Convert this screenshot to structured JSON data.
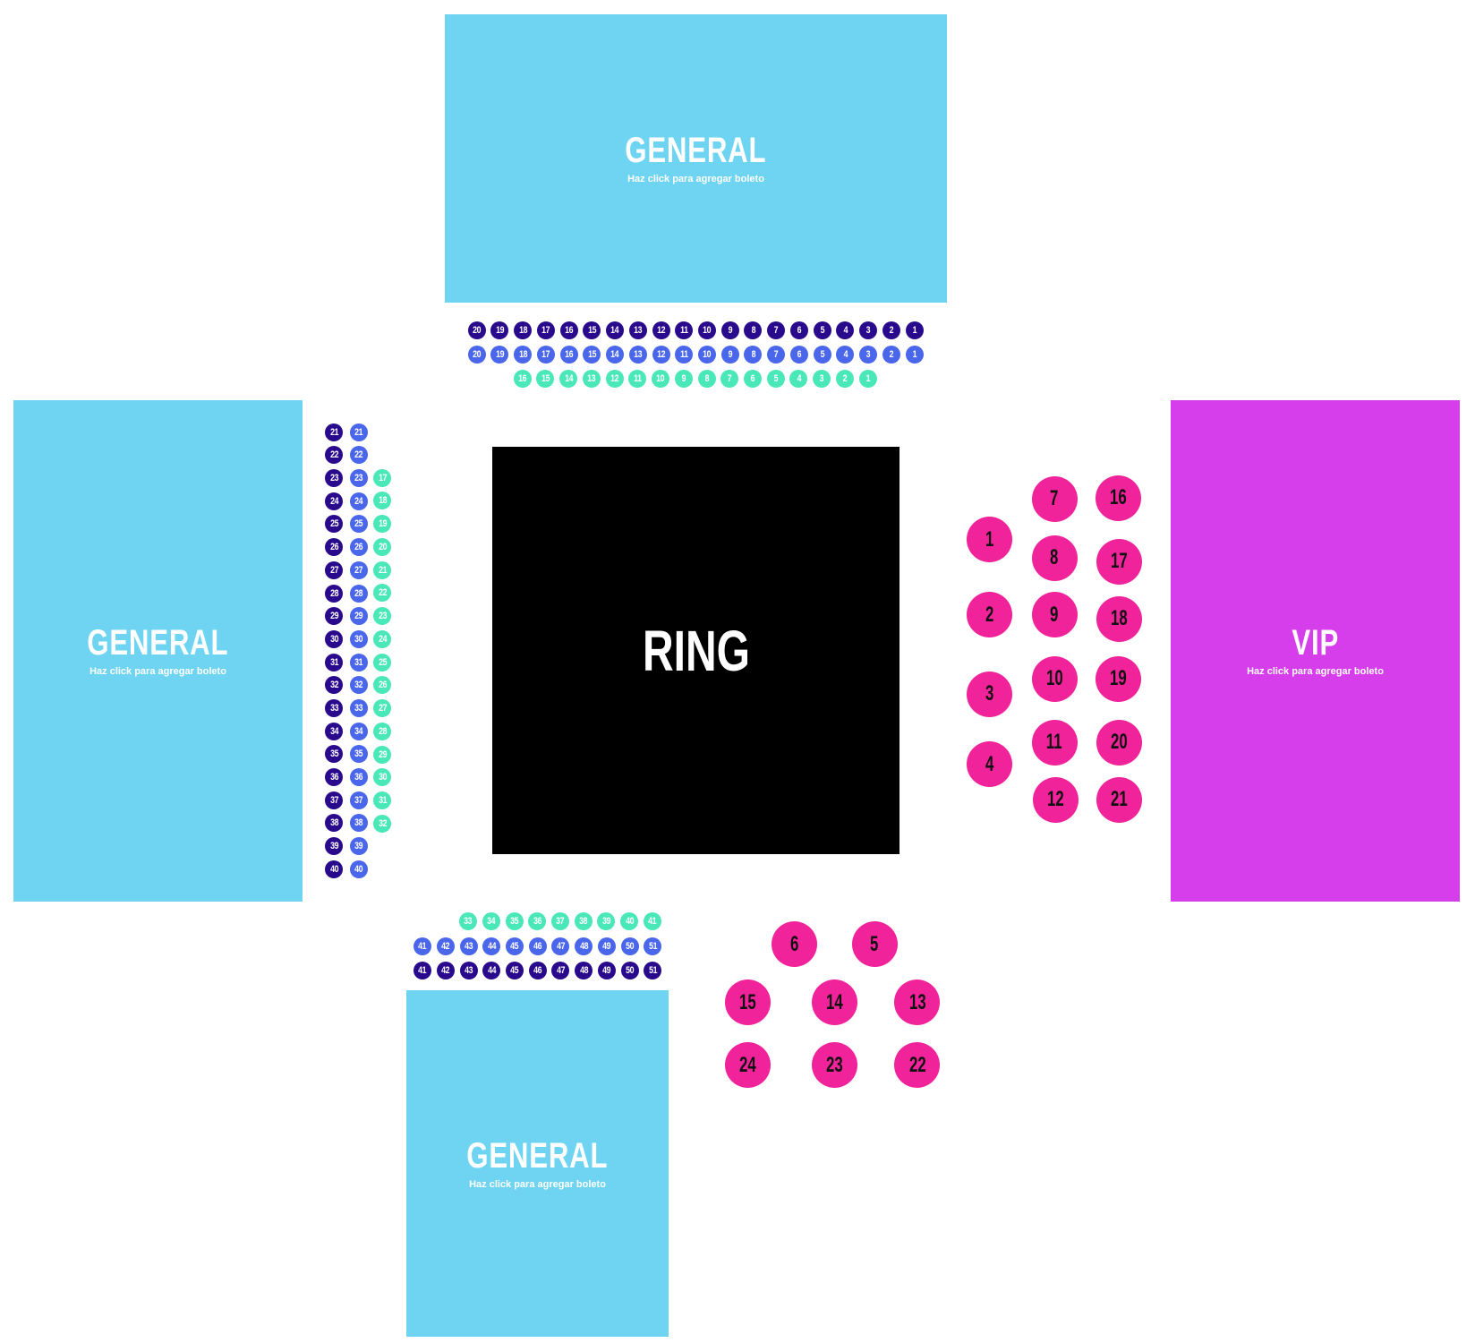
{
  "colors": {
    "general": "#6fd4f2",
    "vip": "#d63deb",
    "ring": "#000000",
    "row_dark": "#2a0a8c",
    "row_blue": "#4a66eb",
    "row_green": "#4ae8b8",
    "table": "#f0239a"
  },
  "zones": {
    "general_top": {
      "title": "GENERAL",
      "subtitle": "Haz click para agregar boleto"
    },
    "general_left": {
      "title": "GENERAL",
      "subtitle": "Haz click para agregar boleto"
    },
    "general_bottom": {
      "title": "GENERAL",
      "subtitle": "Haz click para agregar boleto"
    },
    "vip": {
      "title": "VIP",
      "subtitle": "Haz click para agregar boleto"
    },
    "ring": {
      "title": "RING"
    }
  },
  "seat_rows": {
    "top_dark": [
      20,
      19,
      18,
      17,
      16,
      15,
      14,
      13,
      12,
      11,
      10,
      9,
      8,
      7,
      6,
      5,
      4,
      3,
      2,
      1
    ],
    "top_blue": [
      20,
      19,
      18,
      17,
      16,
      15,
      14,
      13,
      12,
      11,
      10,
      9,
      8,
      7,
      6,
      5,
      4,
      3,
      2,
      1
    ],
    "top_green": [
      16,
      15,
      14,
      13,
      12,
      11,
      10,
      9,
      8,
      7,
      6,
      5,
      4,
      3,
      2,
      1
    ],
    "left_dark": [
      21,
      22,
      23,
      24,
      25,
      26,
      27,
      28,
      29,
      30,
      31,
      32,
      33,
      34,
      35,
      36,
      37,
      38,
      39,
      40
    ],
    "left_blue": [
      21,
      22,
      23,
      24,
      25,
      26,
      27,
      28,
      29,
      30,
      31,
      32,
      33,
      34,
      35,
      36,
      37,
      38,
      39,
      40
    ],
    "left_green": [
      17,
      18,
      19,
      20,
      21,
      22,
      23,
      24,
      25,
      26,
      27,
      28,
      29,
      30,
      31,
      32
    ],
    "bottom_green": [
      33,
      34,
      35,
      36,
      37,
      38,
      39,
      40,
      41
    ],
    "bottom_blue": [
      41,
      42,
      43,
      44,
      45,
      46,
      47,
      48,
      49,
      50,
      51
    ],
    "bottom_dark": [
      41,
      42,
      43,
      44,
      45,
      46,
      47,
      48,
      49,
      50,
      51
    ]
  },
  "tables": [
    "1",
    "2",
    "3",
    "4",
    "7",
    "8",
    "9",
    "10",
    "11",
    "12",
    "16",
    "17",
    "18",
    "19",
    "20",
    "21",
    "6",
    "5",
    "15",
    "14",
    "13",
    "24",
    "23",
    "22"
  ]
}
